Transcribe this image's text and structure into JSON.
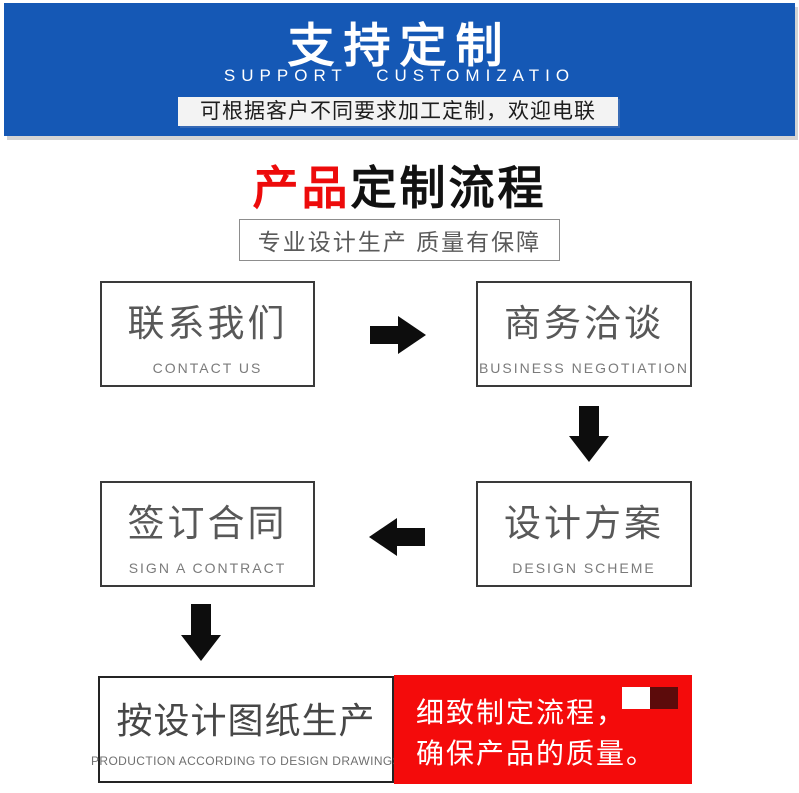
{
  "banner": {
    "title": "支持定制",
    "subtitle": "SUPPORT CUSTOMIZATIO",
    "note": "可根据客户不同要求加工定制，欢迎电联",
    "bg_color": "#1558b5"
  },
  "section": {
    "title_highlight": "产品",
    "title_rest": "定制流程",
    "highlight_color": "#ed0b0b",
    "subtitle": "专业设计生产 质量有保障"
  },
  "flow": {
    "steps": [
      {
        "zh": "联系我们",
        "en": "CONTACT US"
      },
      {
        "zh": "商务洽谈",
        "en": "BUSINESS NEGOTIATION"
      },
      {
        "zh": "签订合同",
        "en": "SIGN A CONTRACT"
      },
      {
        "zh": "设计方案",
        "en": "DESIGN SCHEME"
      },
      {
        "zh": "按设计图纸生产",
        "en": "PRODUCTION ACCORDING TO DESIGN DRAWINGS"
      }
    ],
    "arrow_color": "#0d0d0d",
    "note": {
      "line1": "细致制定流程，",
      "line2": "确保产品的质量。",
      "bg_color": "#f40b0b",
      "accent_color": "#5c0b0b"
    }
  }
}
